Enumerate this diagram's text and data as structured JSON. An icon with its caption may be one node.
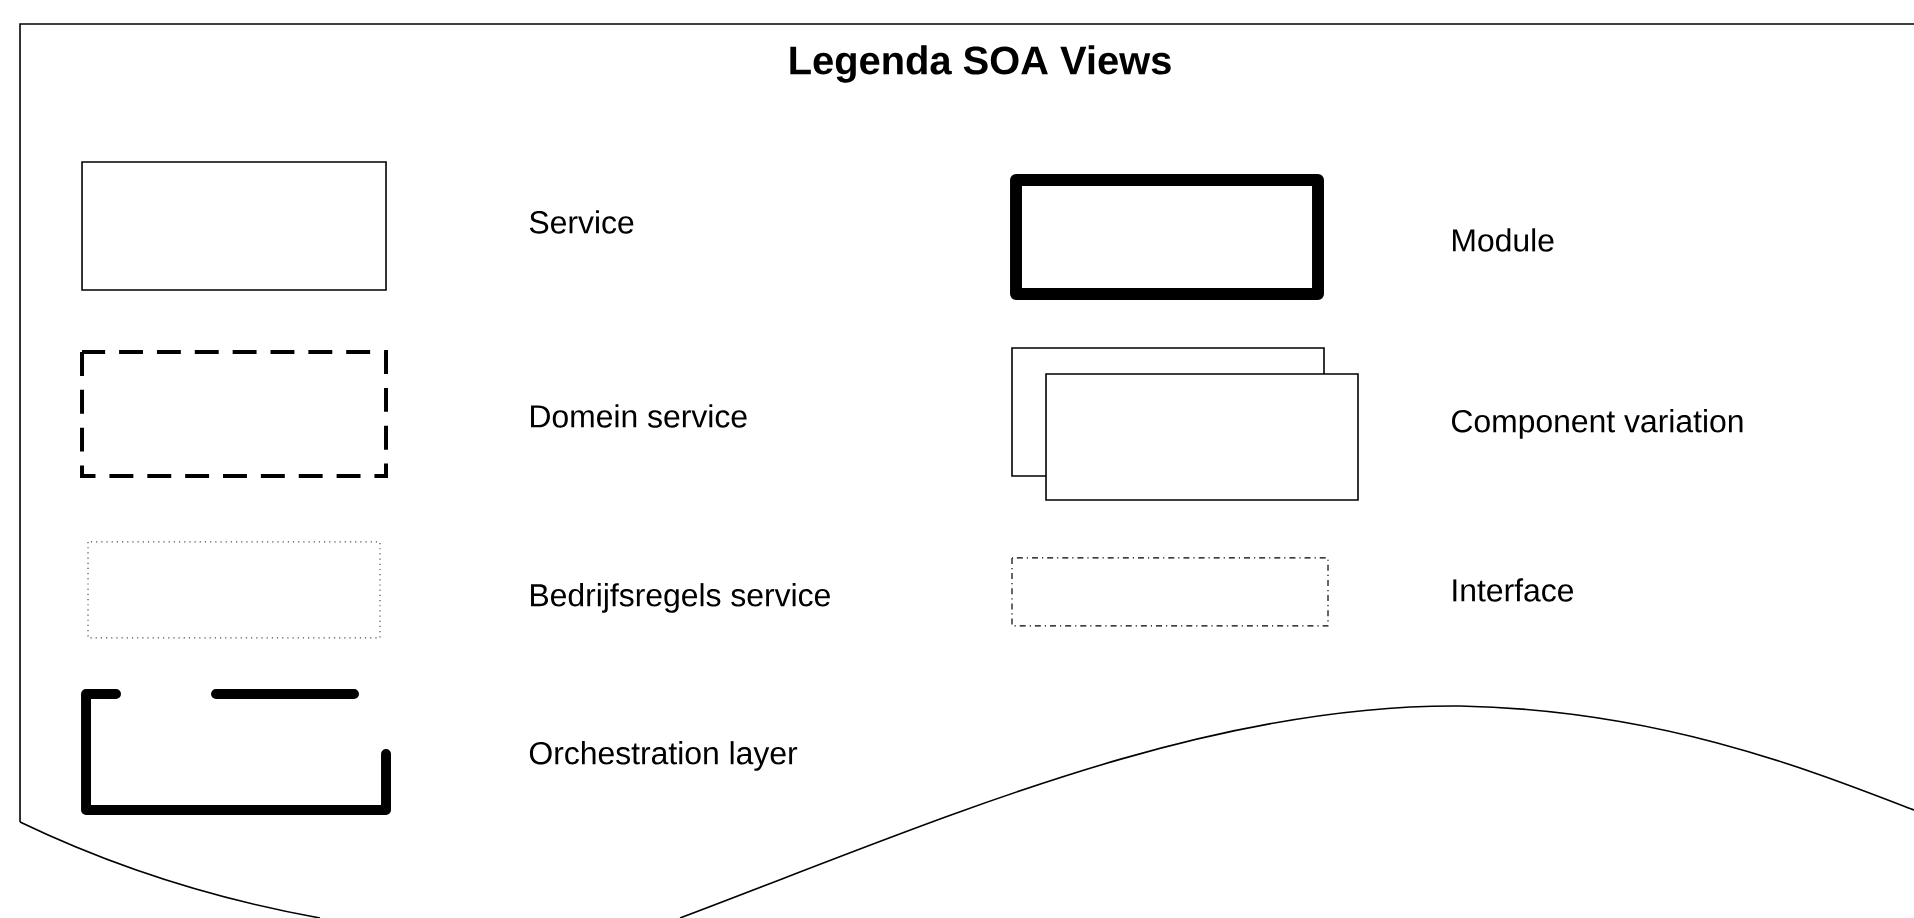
{
  "diagram": {
    "title": "Legenda SOA Views",
    "legend": [
      {
        "text": "Service"
      },
      {
        "text": "Domein service"
      },
      {
        "text": "Bedrijfsregels service"
      },
      {
        "text": "Orchestration layer"
      },
      {
        "text": "Module"
      },
      {
        "text": "Component variation"
      },
      {
        "text": "Interface"
      }
    ]
  }
}
